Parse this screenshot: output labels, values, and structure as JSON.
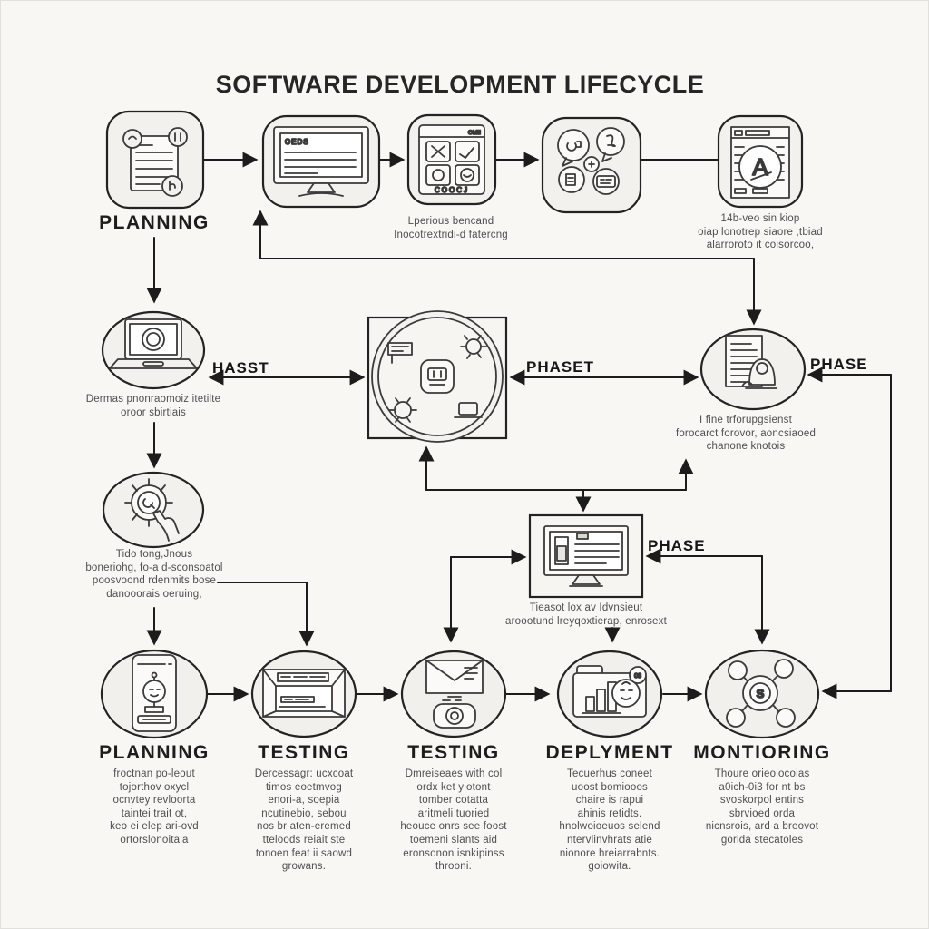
{
  "title": "SOFTWARE DEVELOPMENT LIFECYCLE",
  "edge_labels": {
    "hast": "HASST",
    "phaset": "PHASET",
    "phase_right": "PHASE",
    "phase_monitor": "PHASE"
  },
  "top_row": {
    "planning_label": "PLANNING",
    "grid_caption": "Lperious bencand\nInocotrextridi-d fatercng",
    "browser_caption": "14b-veo sin kiop\noiap lonotrep siaore ,tbiad\nalarroroto it coisorcoo,"
  },
  "middle": {
    "laptop_caption": "Dermas pnonraomoiz itetilte\noroor sbirtiais",
    "document_caption": "I fine trforupgsienst\nforocarct forovor, aoncsiaoed\nchanone knotois",
    "gear_caption": "Tido tong,Jnous\nboneriohg, fo-a d-sconsoatol\npoosvoond rdenmits bose\ndanooorais oeruing,",
    "monitor_caption": "Tieasot lox av Idvnsieut\naroootund lreyqoxtierap, enrosext"
  },
  "bottom_row": [
    {
      "label": "PLANNING",
      "caption": "froctnan po-leout\ntojorthov oxycl\nocnvtey revloorta\ntaintei trait ot,\nkeo ei elep ari-ovd\nortorslonoitaia"
    },
    {
      "label": "TESTING",
      "caption": "Dercessagr: ucxcoat\ntimos eoetmvog\nenori-a, soepia\nncutinebio, sebou\nnos br aten-eremed\ntteloods reiait ste\ntonoen feat ii saowd\ngrowans."
    },
    {
      "label": "TESTING",
      "caption": "Dmreiseaes with col\nordx ket yiotont\ntomber cotatta\naritmeli tuoried\nheouce onrs see foost\ntoemeni slants aid\neronsonon isnkipinss\nthrooni."
    },
    {
      "label": "DEPLYMENT",
      "caption": "Tecuerhus coneet\nuoost bomiooos\nchaire is rapui\nahinis retidts.\nhnolwoioeuos selend\nntervlinvhrats atie\nnionore hreiarrabnts.\ngoiowita."
    },
    {
      "label": "MONTIORING",
      "caption": "Thoure orieolocoias\na0ich-0i3 for nt bs\nsvoskorpol entins\nsbrvioed orda\nnicnsrois, ard a breovot\ngorida stecatoles"
    }
  ],
  "icon_text": {
    "monitor_screen": "OEDS",
    "grid_header": "OMII",
    "grid_footer": "COOCJ",
    "browser_letter": "A",
    "hub_letter": "S",
    "bubble_number": "03"
  },
  "colors": {
    "background": "#f8f7f4",
    "stroke": "#1c1c1c",
    "node_fill": "#f2f1ee"
  }
}
